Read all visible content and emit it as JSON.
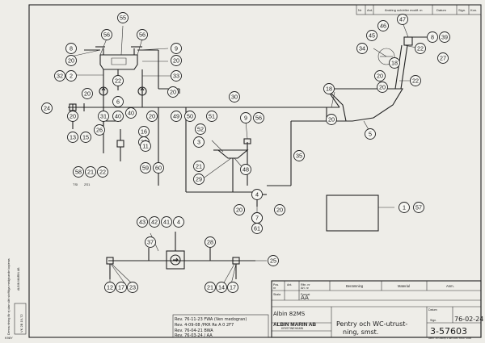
{
  "header": {
    "nr": "Nr",
    "ant": "Ant.",
    "change": "Ändring och/eller modif. m",
    "date": "Datum",
    "sign": "Sign.",
    "kon": "Kon."
  },
  "margin": {
    "note": "Denna ritning får ej utan vårt skriftliga medgivande kopieras",
    "company": "ALBIN MARIN AB",
    "stamp": "VK 2B 19-72",
    "code": "K98Y"
  },
  "labels": {
    "tsi": "TSI",
    "zs1": "ZS1"
  },
  "parts": [
    {
      "label": "55"
    },
    {
      "label": "56"
    },
    {
      "label": "56"
    },
    {
      "label": "8"
    },
    {
      "label": "9"
    },
    {
      "label": "20"
    },
    {
      "label": "20"
    },
    {
      "label": "32"
    },
    {
      "label": "2"
    },
    {
      "label": "22"
    },
    {
      "label": "33"
    },
    {
      "label": "20"
    },
    {
      "label": "6"
    },
    {
      "label": "20"
    },
    {
      "label": "20"
    },
    {
      "label": "31"
    },
    {
      "label": "40"
    },
    {
      "label": "20"
    },
    {
      "label": "24"
    },
    {
      "label": "40"
    },
    {
      "label": "26"
    },
    {
      "label": "16"
    },
    {
      "label": "22"
    },
    {
      "label": "13"
    },
    {
      "label": "15"
    },
    {
      "label": "11"
    },
    {
      "label": "58"
    },
    {
      "label": "21"
    },
    {
      "label": "22"
    },
    {
      "label": "49"
    },
    {
      "label": "50"
    },
    {
      "label": "51"
    },
    {
      "label": "52"
    },
    {
      "label": "3"
    },
    {
      "label": "9"
    },
    {
      "label": "56"
    },
    {
      "label": "30"
    },
    {
      "label": "18"
    },
    {
      "label": "20"
    },
    {
      "label": "5"
    },
    {
      "label": "47"
    },
    {
      "label": "45"
    },
    {
      "label": "46"
    },
    {
      "label": "34"
    },
    {
      "label": "8"
    },
    {
      "label": "39"
    },
    {
      "label": "22"
    },
    {
      "label": "27"
    },
    {
      "label": "20"
    },
    {
      "label": "18"
    },
    {
      "label": "20"
    },
    {
      "label": "22"
    },
    {
      "label": "7"
    },
    {
      "label": "35"
    },
    {
      "label": "59"
    },
    {
      "label": "60"
    },
    {
      "label": "21"
    },
    {
      "label": "29"
    },
    {
      "label": "48"
    },
    {
      "label": "4"
    },
    {
      "label": "20"
    },
    {
      "label": "20"
    },
    {
      "label": "7"
    },
    {
      "label": "61"
    },
    {
      "label": "1"
    },
    {
      "label": "57"
    },
    {
      "label": "43"
    },
    {
      "label": "42"
    },
    {
      "label": "41"
    },
    {
      "label": "4"
    },
    {
      "label": "37"
    },
    {
      "label": "28"
    },
    {
      "label": "25"
    },
    {
      "label": "12"
    },
    {
      "label": "17"
    },
    {
      "label": "23"
    },
    {
      "label": "21"
    },
    {
      "label": "14"
    },
    {
      "label": "17"
    }
  ],
  "title_block": {
    "pos_label": "Pos.",
    "nr_label": "nr",
    "ant_label": "Ant.",
    "ritn_label": "Ritn. nr",
    "art_label": "Art. nr",
    "benamning_label": "Benämning",
    "material_label": "Material",
    "anm_label": "Anm.",
    "skala_label": "Skala",
    "format_label": "Format",
    "format_value": "AA",
    "boat_model": "Albin 82MS",
    "company": "ALBIN MARIN AB",
    "city": "KRISTINEHAMN",
    "title_line1": "Pentry och WC-utrust-",
    "title_line2": "ning, smst.",
    "date_label": "Datum",
    "date_value": "76-02-24",
    "sign_label": "Sign.",
    "drawing_number": "3-57603",
    "footer": "Albin. 15 Ostorp 1 Jan 1967 65-07 200x"
  },
  "revisions": [
    "Rev.  76-11-23  FWA (Ven  medogran)",
    "Rev.  4-09-08 /PKR  Re A 0 2F7",
    "Rev.  76-04-21  BWA",
    "Rev.  76-03-24 / AA"
  ]
}
